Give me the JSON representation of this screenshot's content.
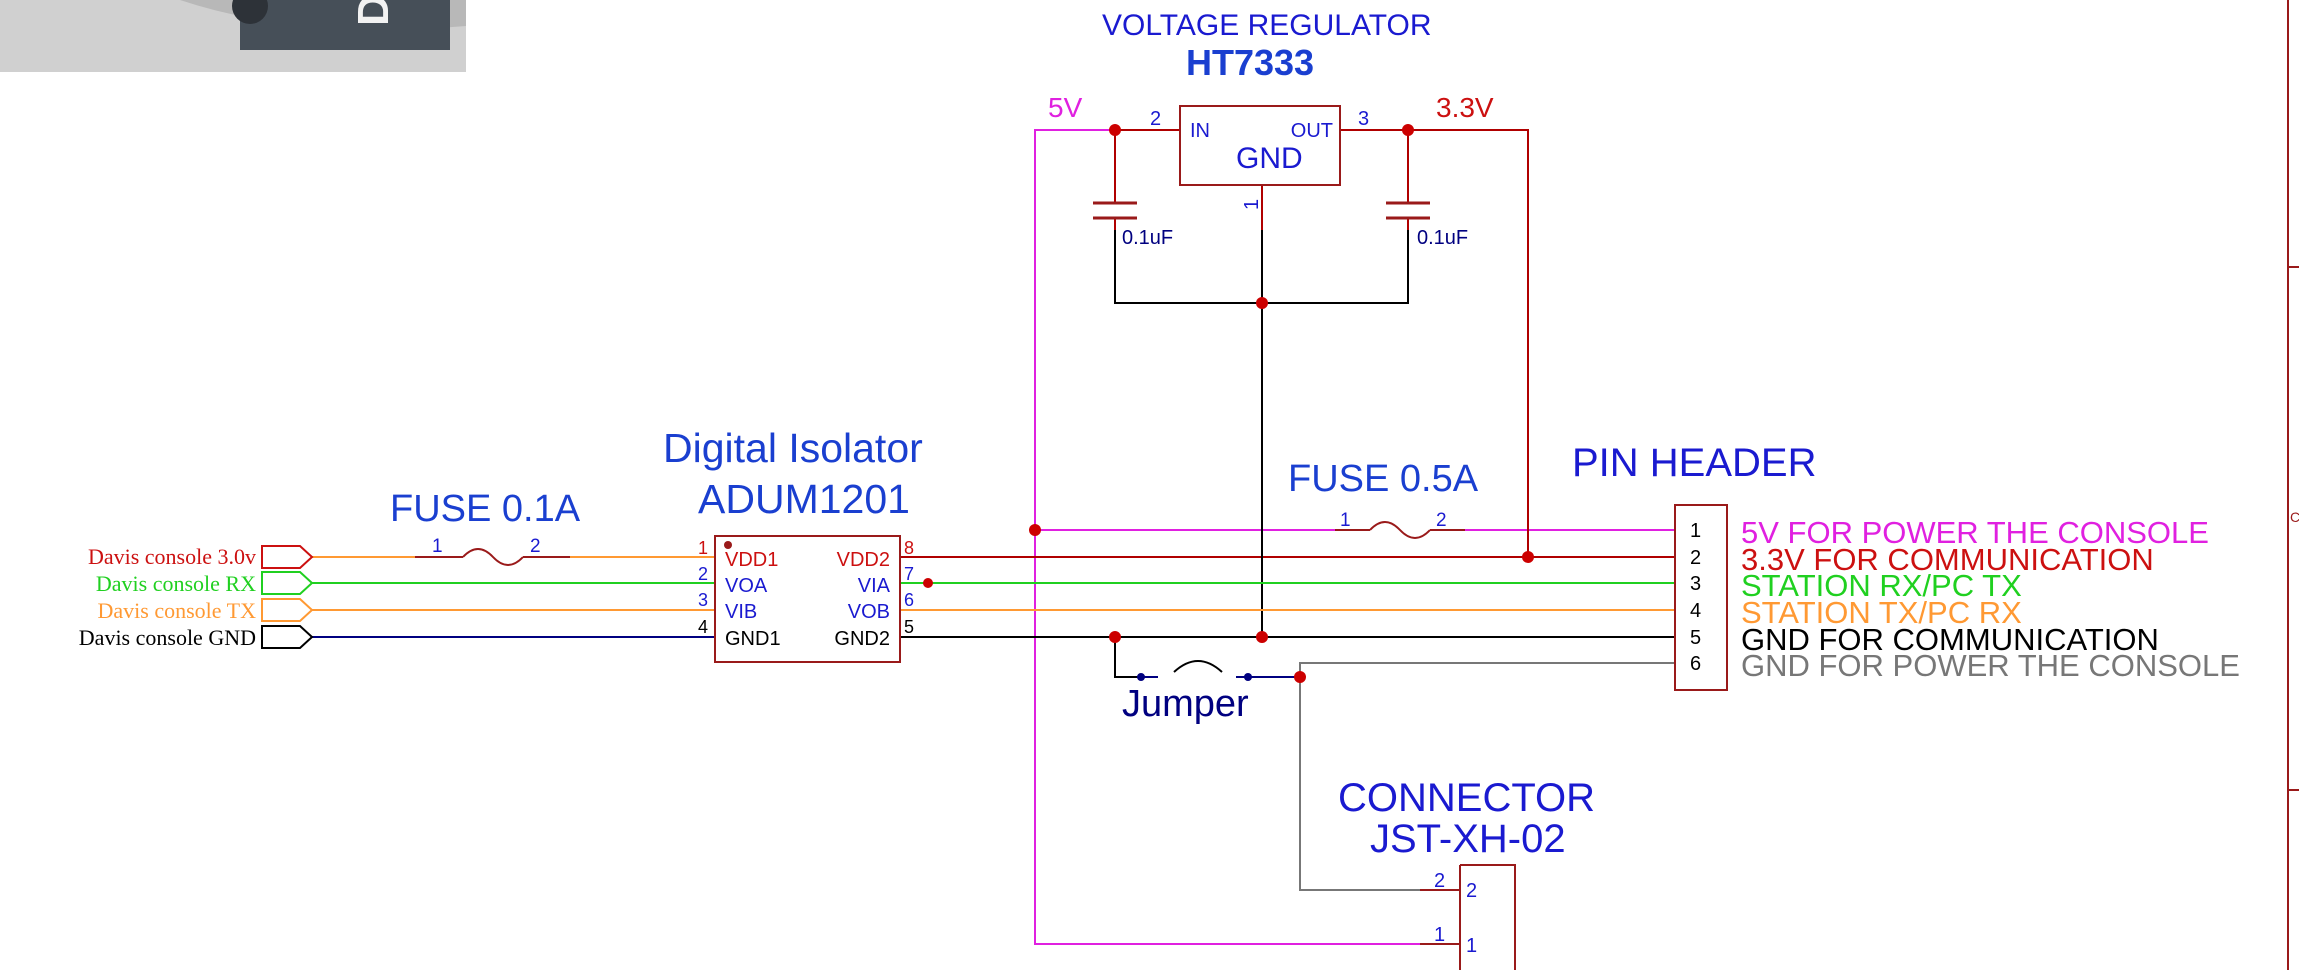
{
  "colors": {
    "wire_red": "#b00000",
    "wire_magenta": "#e020e0",
    "wire_green": "#20d020",
    "wire_orange": "#ff9933",
    "wire_black": "#000000",
    "wire_gray": "#777777",
    "wire_blue": "#000080",
    "part_outline": "#9a1a1a",
    "label_blue": "#1a1ad0",
    "title_blue": "#1a3fd0",
    "net_red": "#cc1010",
    "photo_bg": "#c8c8c8",
    "photo_dark": "#48505a"
  },
  "photo": {
    "letter": "D"
  },
  "regulator": {
    "title": "VOLTAGE REGULATOR",
    "part": "HT7333",
    "pin_in": "IN",
    "pin_out": "OUT",
    "pin_gnd": "GND",
    "pin_num_in": "2",
    "pin_num_out": "3",
    "pin_num_gnd": "1",
    "net_in": "5V",
    "net_out": "3.3V",
    "cap_left": "0.1uF",
    "cap_right": "0.1uF"
  },
  "isolator": {
    "title": "Digital Isolator",
    "part": "ADUM1201",
    "left_pins": [
      {
        "num": "1",
        "label": "VDD1"
      },
      {
        "num": "2",
        "label": "VOA"
      },
      {
        "num": "3",
        "label": "VIB"
      },
      {
        "num": "4",
        "label": "GND1"
      }
    ],
    "right_pins": [
      {
        "num": "8",
        "label": "VDD2"
      },
      {
        "num": "7",
        "label": "VIA"
      },
      {
        "num": "6",
        "label": "VOB"
      },
      {
        "num": "5",
        "label": "GND2"
      }
    ]
  },
  "fuse1": {
    "label": "FUSE 0.1A",
    "pin1": "1",
    "pin2": "2"
  },
  "fuse2": {
    "label": "FUSE 0.5A",
    "pin1": "1",
    "pin2": "2"
  },
  "ports": [
    {
      "label": "Davis console 3.0v"
    },
    {
      "label": "Davis console RX"
    },
    {
      "label": "Davis console TX"
    },
    {
      "label": "Davis console GND"
    }
  ],
  "header": {
    "title": "PIN HEADER",
    "pins": [
      {
        "num": "1",
        "desc": "5V FOR POWER THE CONSOLE"
      },
      {
        "num": "2",
        "desc": "3.3V FOR COMMUNICATION"
      },
      {
        "num": "3",
        "desc": "STATION RX/PC TX"
      },
      {
        "num": "4",
        "desc": "STATION TX/PC RX"
      },
      {
        "num": "5",
        "desc": "GND FOR COMMUNICATION"
      },
      {
        "num": "6",
        "desc": "GND FOR POWER THE CONSOLE"
      }
    ]
  },
  "jumper": {
    "label": "Jumper"
  },
  "connector": {
    "title": "CONNECTOR",
    "part": "JST-XH-02",
    "pins": [
      {
        "num": "2",
        "inner": "2"
      },
      {
        "num": "1",
        "inner": "1"
      }
    ]
  },
  "border": {
    "letter": "C"
  }
}
